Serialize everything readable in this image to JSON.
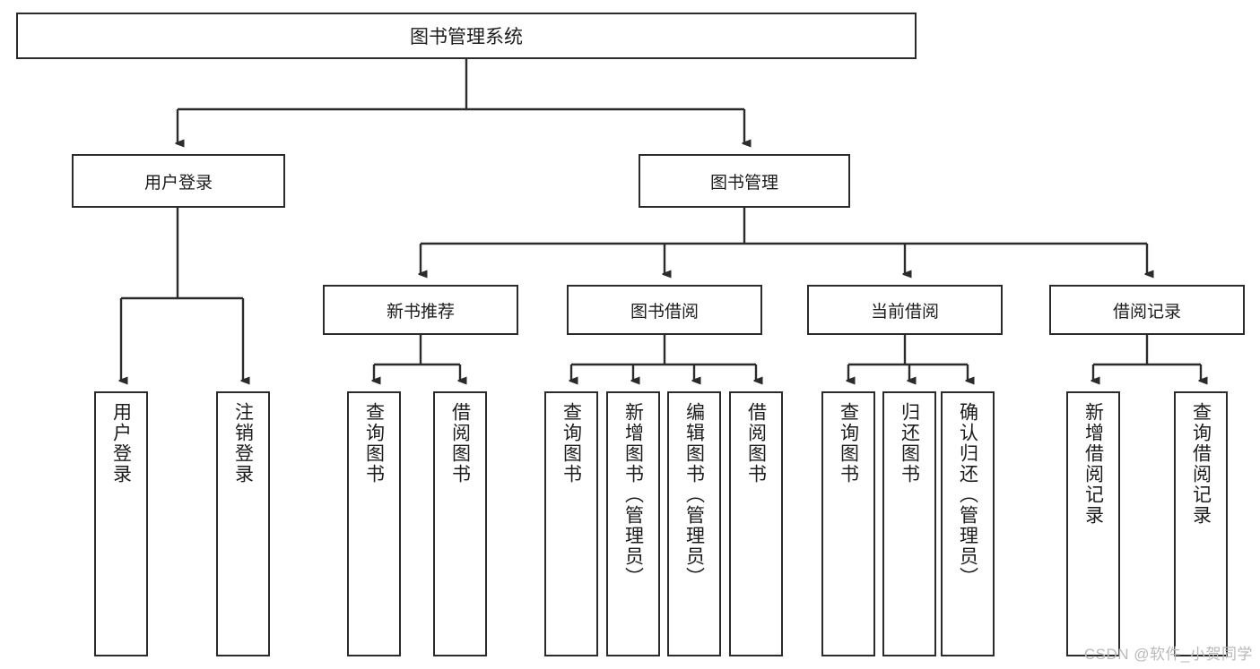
{
  "diagram": {
    "title": "图书管理系统",
    "type": "tree",
    "watermark": "CSDN @软件_小贺同学",
    "colors": {
      "box_border": "#2b2b2b",
      "box_fill": "#ffffff",
      "text": "#1c1c1c",
      "connector": "#2b2b2b",
      "watermark": "#b9b9b9"
    },
    "root": {
      "label": "图书管理系统"
    },
    "level1": [
      {
        "label": "用户登录"
      },
      {
        "label": "图书管理"
      }
    ],
    "level2": [
      {
        "label": "新书推荐"
      },
      {
        "label": "图书借阅"
      },
      {
        "label": "当前借阅"
      },
      {
        "label": "借阅记录"
      }
    ],
    "leaves": {
      "user_login": [
        {
          "label": "用户登录"
        },
        {
          "label": "注销登录"
        }
      ],
      "new_book_recommend": [
        {
          "label": "查询图书"
        },
        {
          "label": "借阅图书"
        }
      ],
      "book_borrow": [
        {
          "label": "查询图书"
        },
        {
          "label": "新增图书（管理员）"
        },
        {
          "label": "编辑图书（管理员）"
        },
        {
          "label": "借阅图书"
        }
      ],
      "current_borrow": [
        {
          "label": "查询图书"
        },
        {
          "label": "归还图书"
        },
        {
          "label": "确认归还（管理员）"
        }
      ],
      "borrow_record": [
        {
          "label": "新增借阅记录"
        },
        {
          "label": "查询借阅记录"
        }
      ]
    }
  }
}
